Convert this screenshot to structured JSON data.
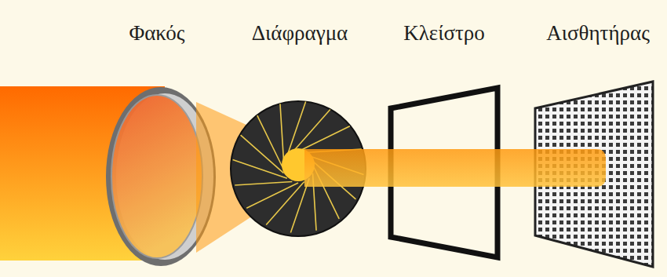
{
  "diagram": {
    "labels": [
      "Φακός",
      "Διάφραγμα",
      "Κλείστρο",
      "Αισθητήρας"
    ]
  }
}
